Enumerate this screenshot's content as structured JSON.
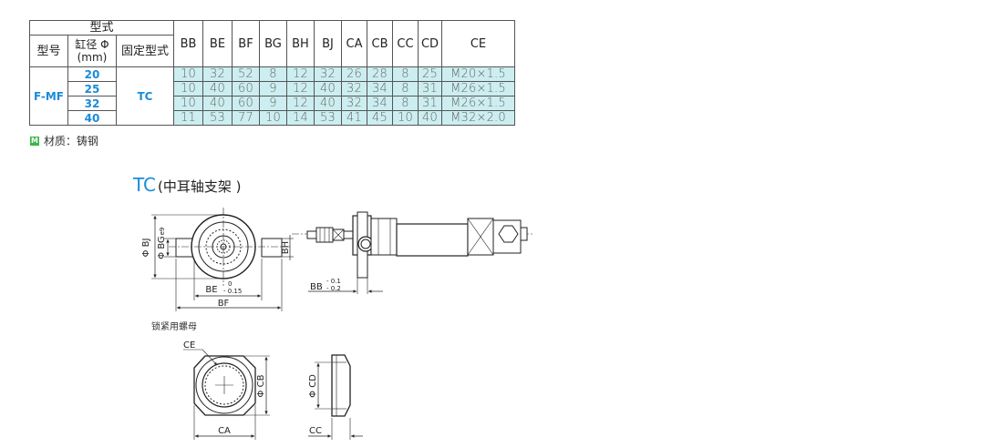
{
  "table": {
    "header": {
      "type_group": "型式",
      "model": "型号",
      "bore_line1": "缸径 Φ",
      "bore_line2": "(mm)",
      "mount": "固定型式",
      "dims": [
        "BB",
        "BE",
        "BF",
        "BG",
        "BH",
        "BJ",
        "CA",
        "CB",
        "CC",
        "CD",
        "CE"
      ]
    },
    "model": "F-MF",
    "mount_type": "TC",
    "rows": [
      {
        "bore": "20",
        "values": [
          "10",
          "32",
          "52",
          "8",
          "12",
          "32",
          "26",
          "28",
          "8",
          "25",
          "M20×1.5"
        ]
      },
      {
        "bore": "25",
        "values": [
          "10",
          "40",
          "60",
          "9",
          "12",
          "40",
          "32",
          "34",
          "8",
          "31",
          "M26×1.5"
        ]
      },
      {
        "bore": "32",
        "values": [
          "10",
          "40",
          "60",
          "9",
          "12",
          "40",
          "32",
          "34",
          "8",
          "31",
          "M26×1.5"
        ]
      },
      {
        "bore": "40",
        "values": [
          "11",
          "53",
          "77",
          "10",
          "14",
          "53",
          "41",
          "45",
          "10",
          "40",
          "M32×2.0"
        ]
      }
    ]
  },
  "material": {
    "badge": "M",
    "text": "材质：铸钢"
  },
  "drawing": {
    "title_main": "TC",
    "title_sub": "(中耳轴支架 )",
    "labels": {
      "bj": "Φ BJ",
      "bg": "Φ BG",
      "bg_tol": "e9",
      "bh": "BH",
      "be": "BE",
      "be_tol_upper": "0",
      "be_tol_lower": "- 0.15",
      "bf": "BF",
      "bb": "BB",
      "bb_tol_upper": "- 0.1",
      "bb_tol_lower": "- 0.2",
      "nut_caption": "锁紧用螺母",
      "ce": "CE",
      "cb": "Φ CB",
      "ca": "CA",
      "cd": "Φ CD",
      "cc": "CC"
    }
  },
  "colors": {
    "accent": "#1a8cd8",
    "cell_bg": "#cceef0",
    "badge": "#3bb54a"
  }
}
